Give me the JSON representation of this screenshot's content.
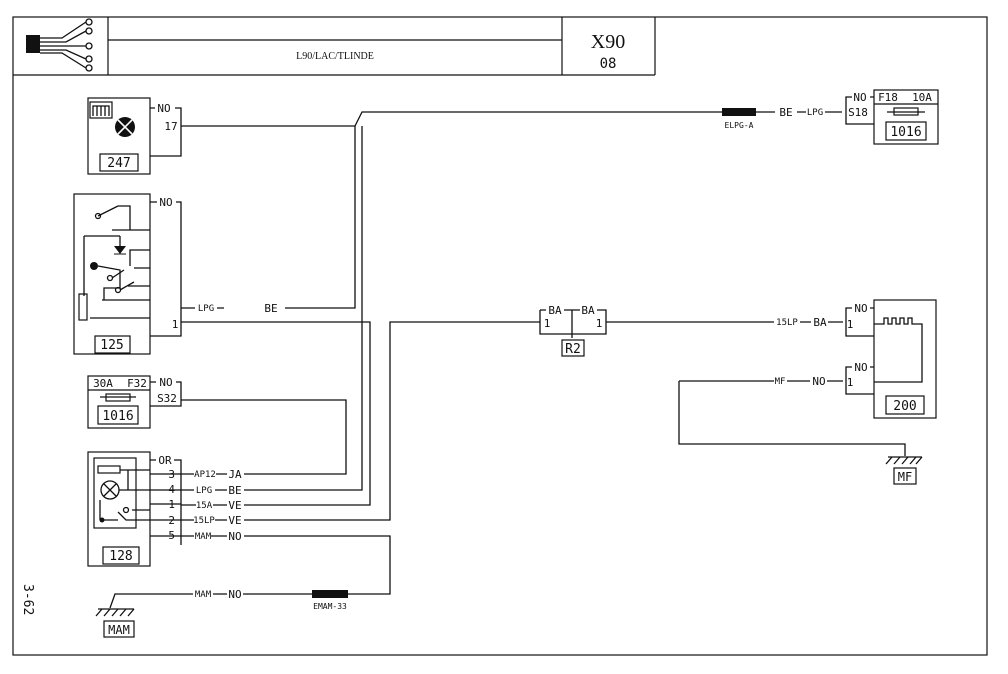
{
  "header": {
    "title": "L90/LAC/TLINDE",
    "code": "X90",
    "code_sub": "08"
  },
  "side_label": "3-62",
  "components": {
    "c247": {
      "id": "247",
      "pin_color": "NO",
      "pin": "17"
    },
    "c125": {
      "id": "125",
      "pin_color": "NO",
      "pin": "1"
    },
    "c1016_left": {
      "id": "1016",
      "rating": "30A",
      "fuse": "F32",
      "color": "NO",
      "slot": "S32"
    },
    "c128": {
      "id": "128",
      "color": "OR",
      "pins": [
        "3",
        "4",
        "1",
        "2",
        "5"
      ]
    },
    "c1016_right": {
      "id": "1016",
      "color": "NO",
      "fuse": "F18",
      "rating": "10A",
      "slot": "S18"
    },
    "c200": {
      "id": "200",
      "color_top": "NO",
      "pin_top": "1",
      "color_bottom": "NO",
      "pin_bottom": "1"
    },
    "r2": {
      "id": "R2",
      "color_left": "BA",
      "color_right": "BA",
      "pin_left": "1",
      "pin_right": "1"
    }
  },
  "wires": [
    {
      "code": "LPG",
      "color": "BE"
    },
    {
      "code": "AP12",
      "color": "JA"
    },
    {
      "code": "LPG",
      "color": "BE"
    },
    {
      "code": "15A",
      "color": "VE"
    },
    {
      "code": "15LP",
      "color": "VE"
    },
    {
      "code": "MAM",
      "color": "NO"
    },
    {
      "code": "MAM",
      "color": "NO"
    },
    {
      "code": "15LP",
      "color": "BA"
    },
    {
      "code": "MF",
      "color": "NO"
    },
    {
      "code": "LPG",
      "color": "BE"
    }
  ],
  "connectors": {
    "elpg": "ELPG-A",
    "emam": "EMAM-33"
  },
  "grounds": {
    "mam": "MAM",
    "mf": "MF"
  }
}
